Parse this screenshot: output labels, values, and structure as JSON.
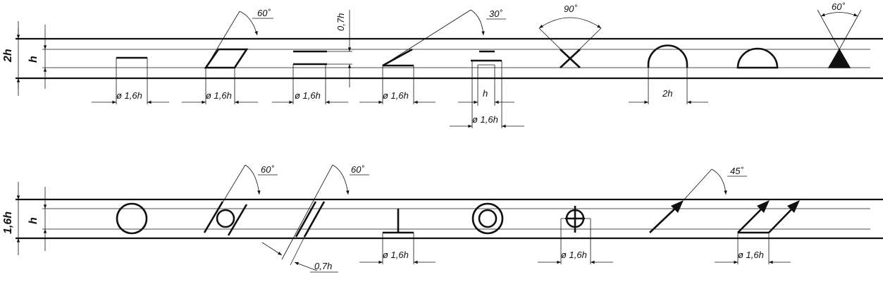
{
  "top_band": {
    "height_label": "2h",
    "inner_label": "h"
  },
  "bottom_band": {
    "height_label": "1,6h",
    "inner_label": "h"
  },
  "dims": {
    "w16": "ø 1,6h",
    "h": "h",
    "w2h": "2h",
    "t07": "0,7h"
  },
  "angles": {
    "a60": "60˚",
    "a30": "30˚",
    "a90": "90˚",
    "a45": "45˚"
  }
}
